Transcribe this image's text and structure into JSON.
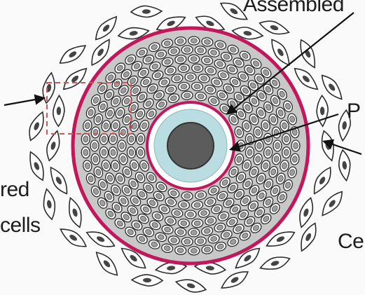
{
  "labels": {
    "top_right": "Assembled",
    "right_upper": "P",
    "left_upper": "red",
    "left_lower": "cells",
    "bottom_right": "Ce"
  },
  "colors": {
    "membrane": "#c2185b",
    "inner_ring": "#b9dde0",
    "nucleus": "#5c5c5c",
    "cell_fill": "#9e9e9e",
    "cell_outline": "#2b2b2b",
    "highlight_box": "#d9534f",
    "arrow": "#111111",
    "background": "#fafafa"
  }
}
